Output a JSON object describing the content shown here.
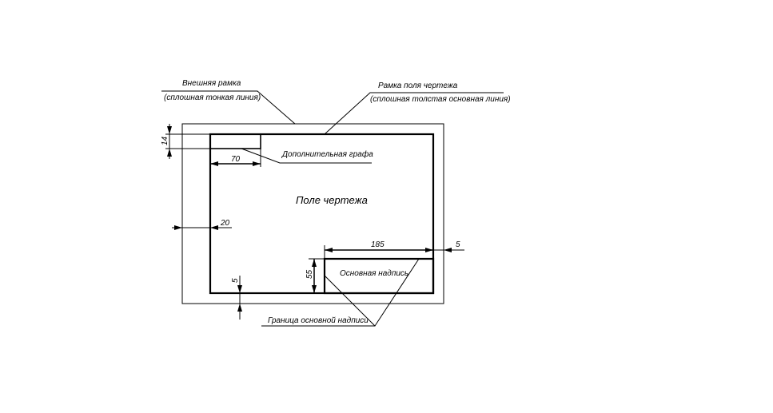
{
  "labels": {
    "outer_frame_title": "Внешняя рамка",
    "outer_frame_note": "(сплошная тонкая линия)",
    "field_frame_title": "Рамка поля чертежа",
    "field_frame_note": "(сплошная толстая основная линия)",
    "additional_box": "Дополнительная графа",
    "drawing_field": "Поле чертежа",
    "title_block": "Основная надпись",
    "title_block_border": "Граница основной надписи"
  },
  "dimensions": {
    "additional_height": "14",
    "additional_width": "70",
    "left_margin": "20",
    "title_block_width": "185",
    "right_margin": "5",
    "title_block_height": "55",
    "bottom_margin": "5"
  }
}
